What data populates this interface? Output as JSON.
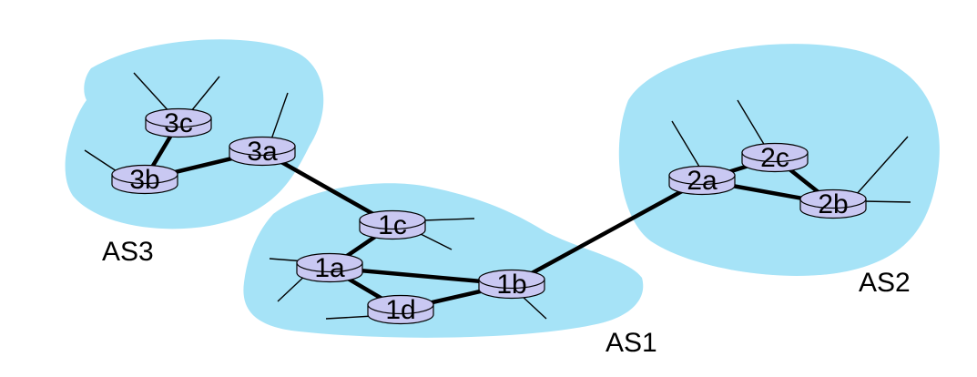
{
  "colors": {
    "as_region": "#A6E3F7",
    "router_fill": "#C9C8F2",
    "router_stroke": "#000000",
    "link": "#000000",
    "background": "#ffffff"
  },
  "autonomous_systems": [
    {
      "id": "AS3",
      "label": "AS3"
    },
    {
      "id": "AS1",
      "label": "AS1"
    },
    {
      "id": "AS2",
      "label": "AS2"
    }
  ],
  "routers": [
    {
      "id": "3c",
      "label": "3c",
      "as": "AS3"
    },
    {
      "id": "3b",
      "label": "3b",
      "as": "AS3"
    },
    {
      "id": "3a",
      "label": "3a",
      "as": "AS3"
    },
    {
      "id": "1c",
      "label": "1c",
      "as": "AS1"
    },
    {
      "id": "1a",
      "label": "1a",
      "as": "AS1"
    },
    {
      "id": "1b",
      "label": "1b",
      "as": "AS1"
    },
    {
      "id": "1d",
      "label": "1d",
      "as": "AS1"
    },
    {
      "id": "2a",
      "label": "2a",
      "as": "AS2"
    },
    {
      "id": "2c",
      "label": "2c",
      "as": "AS2"
    },
    {
      "id": "2b",
      "label": "2b",
      "as": "AS2"
    }
  ],
  "links": [
    [
      "3c",
      "3b"
    ],
    [
      "3b",
      "3a"
    ],
    [
      "3a",
      "1c"
    ],
    [
      "1c",
      "1a"
    ],
    [
      "1a",
      "1b"
    ],
    [
      "1a",
      "1d"
    ],
    [
      "1d",
      "1b"
    ],
    [
      "1b",
      "2a"
    ],
    [
      "2a",
      "2c"
    ],
    [
      "2a",
      "2b"
    ],
    [
      "2c",
      "2b"
    ]
  ]
}
